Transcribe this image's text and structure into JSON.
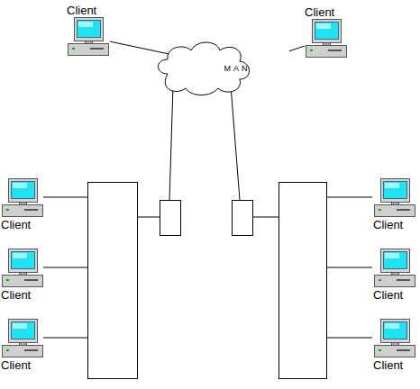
{
  "diagram": {
    "nodes": [
      {
        "text": [
          "Client"
        ]
      },
      {
        "text": [
          "Client"
        ]
      },
      {
        "text": [
          "MAN"
        ]
      },
      {
        "text": [
          "Client"
        ]
      },
      {
        "text": [
          "Client"
        ]
      },
      {
        "text": [
          "Client"
        ]
      },
      {
        "text": [
          "Client"
        ]
      },
      {
        "text": [
          "Client"
        ]
      },
      {
        "text": [
          "Client"
        ]
      }
    ],
    "edges": [
      {
        "from": 0,
        "to": 2,
        "arrow": "none"
      },
      {
        "from": 1,
        "to": 2,
        "arrow": "none"
      }
    ]
  }
}
